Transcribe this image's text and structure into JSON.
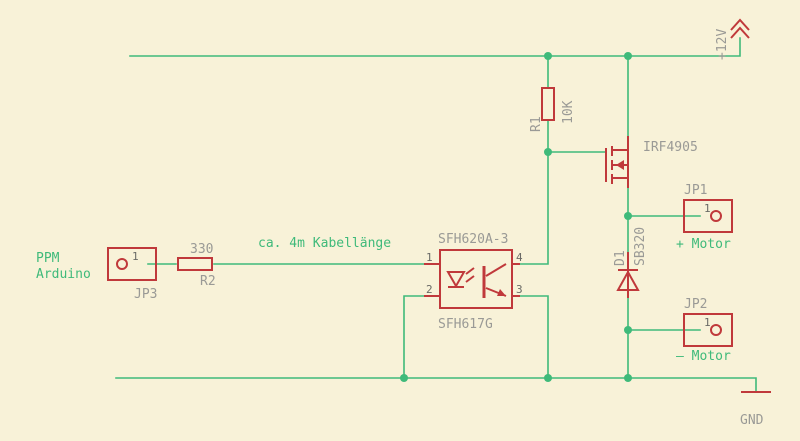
{
  "labels": {
    "supply": "+12V",
    "gnd": "GND",
    "r1_name": "R1",
    "r1_value": "10K",
    "mosfet": "IRF4905",
    "jp1": "JP1",
    "jp1_desc": "+ Motor",
    "jp2": "JP2",
    "jp2_desc": "– Motor",
    "d1_name": "D1",
    "d1_value": "SB320",
    "opto_top": "SFH620A-3",
    "opto_bottom": "SFH617G",
    "cable_note": "ca. 4m Kabellänge",
    "r2_value": "330",
    "r2_name": "R2",
    "jp3": "JP3",
    "ppm_line1": "PPM",
    "ppm_line2": "Arduino"
  },
  "pins": {
    "opto_1": "1",
    "opto_2": "2",
    "opto_3": "3",
    "opto_4": "4",
    "jp1_pin": "1",
    "jp2_pin": "1",
    "jp3_pin": "1"
  },
  "colors": {
    "wire": "#3fba7a",
    "symbol": "#c0393b",
    "label": "#9a9a96",
    "background": "#f8f2d8"
  }
}
